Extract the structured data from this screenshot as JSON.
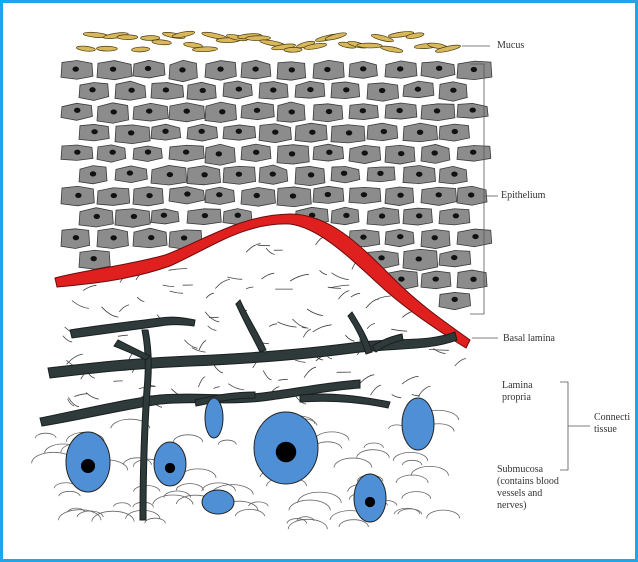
{
  "labels": {
    "mucus": "Mucus",
    "epithelium": "Epithelium",
    "basal_lamina": "Basal lamina",
    "lamina_propria": "Lamina\npropria",
    "connective_tissue": "Connecti\ntissue",
    "submucosa": "Submucosa\n(contains blood\nvessels and\nnerves)"
  },
  "colors": {
    "frame": "#1ea6e8",
    "cell_fill": "#8c8c8c",
    "nucleus": "#111111",
    "basal_lamina": "#e01f1f",
    "vessel": "#2f3a3a",
    "blue_cell": "#4f8fd6",
    "mucus": "#d8b85a"
  }
}
